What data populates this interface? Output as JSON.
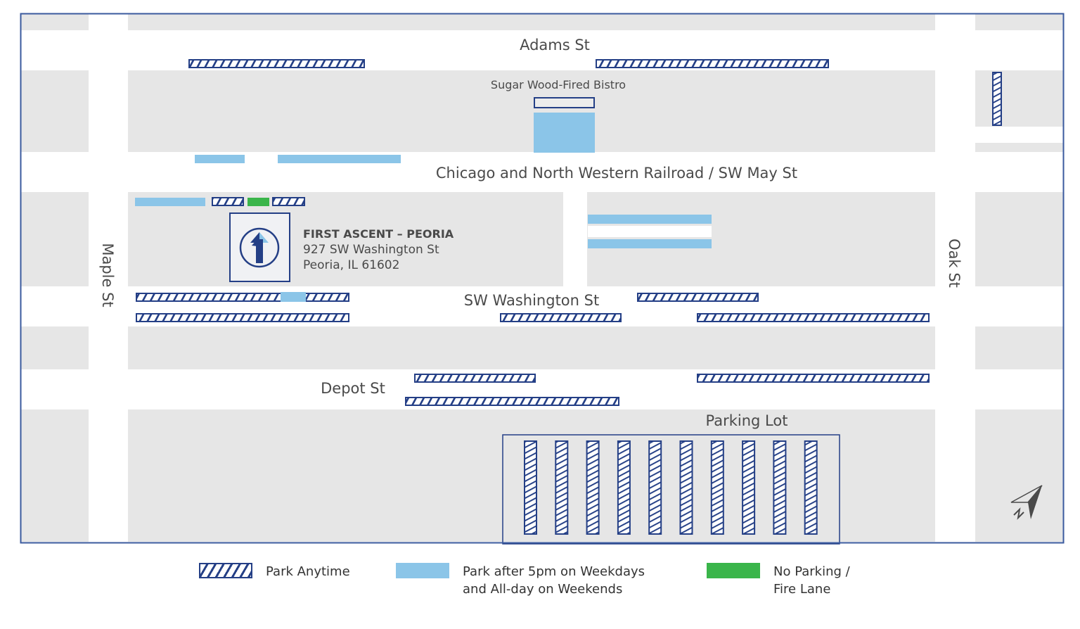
{
  "map": {
    "colors": {
      "block": "#e6e6e6",
      "street": "#ffffff",
      "frame": "#3a5a9e",
      "park_anytime": "#243f86",
      "park_evening": "#8bc5e8",
      "no_parking": "#3ab54a",
      "label": "#4a4a4a"
    },
    "streets": {
      "adams": "Adams St",
      "railroad": "Chicago and North Western Railroad / SW May St",
      "washington": "SW Washington St",
      "depot": "Depot St",
      "maple": "Maple St",
      "oak": "Oak St"
    },
    "places": {
      "bistro": "Sugar Wood-Fired Bistro",
      "parking_lot": "Parking Lot"
    },
    "venue": {
      "name": "FIRST ASCENT – PEORIA",
      "address_line1": "927 SW Washington St",
      "address_line2": "Peoria, IL 61602",
      "logo_icon": "first-ascent-logo-icon"
    },
    "compass_icon": "north-arrow-icon",
    "parking_lot_spaces": 10
  },
  "legend": {
    "items": [
      {
        "type": "park_anytime",
        "label": "Park Anytime",
        "label2": ""
      },
      {
        "type": "park_evening",
        "label": "Park after 5pm on Weekdays",
        "label2": "and All-day on Weekends"
      },
      {
        "type": "no_parking",
        "label": "No Parking /",
        "label2": "Fire Lane"
      }
    ]
  }
}
